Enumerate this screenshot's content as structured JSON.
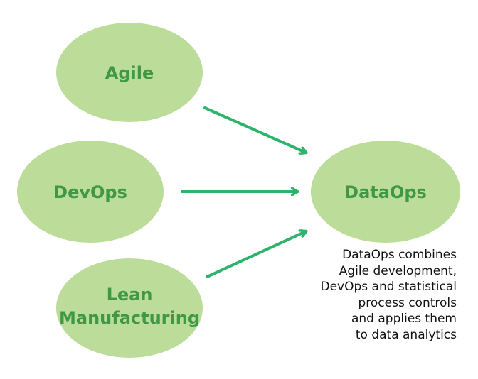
{
  "nodes": {
    "agile": {
      "label": "Agile"
    },
    "devops": {
      "label": "DevOps"
    },
    "lean": {
      "label_line1": "Lean",
      "label_line2": "Manufacturing"
    },
    "dataops": {
      "label": "DataOps"
    }
  },
  "caption": {
    "lines": [
      "DataOps combines",
      "Agile development,",
      "DevOps and statistical",
      "process controls",
      "and applies them",
      "to data analytics"
    ]
  },
  "colors": {
    "node_fill": "#bcdc9a",
    "node_text": "#3f9845",
    "arrow": "#2db36b",
    "caption_text": "#111111"
  }
}
